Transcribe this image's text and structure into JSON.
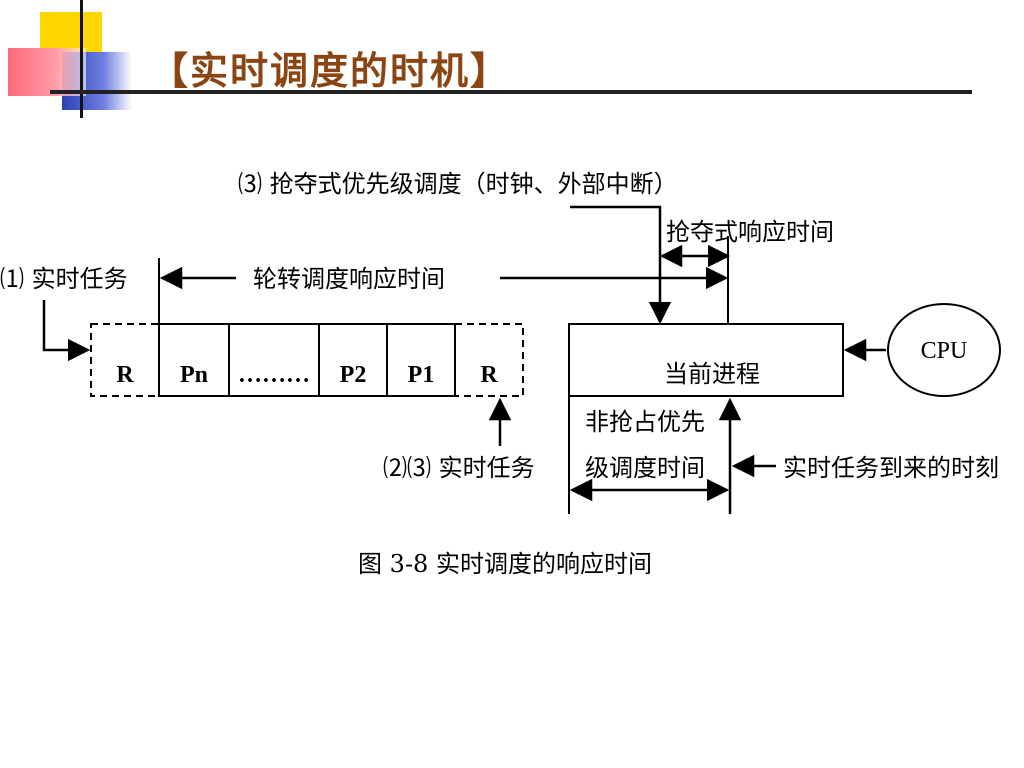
{
  "slide": {
    "title": "【实时调度的时机】"
  },
  "diagram": {
    "label_preemptive_sched": "⑶ 抢夺式优先级调度（时钟、外部中断）",
    "label_preemptive_resp": "抢夺式响应时间",
    "label_rt_task_1": "⑴ 实时任务",
    "label_round_robin": "轮转调度响应时间",
    "queue_cells": [
      "R",
      "Pn",
      "………",
      "P2",
      "P1",
      "R"
    ],
    "cpu_label": "CPU",
    "current_process": "当前进程",
    "nonpreemptive_line1": "非抢占优先",
    "nonpreemptive_line2": "级调度时间",
    "label_rt_task_23": "⑵⑶ 实时任务",
    "label_arrival": "实时任务到来的时刻",
    "caption": "图 3-8 实时调度的响应时间"
  }
}
